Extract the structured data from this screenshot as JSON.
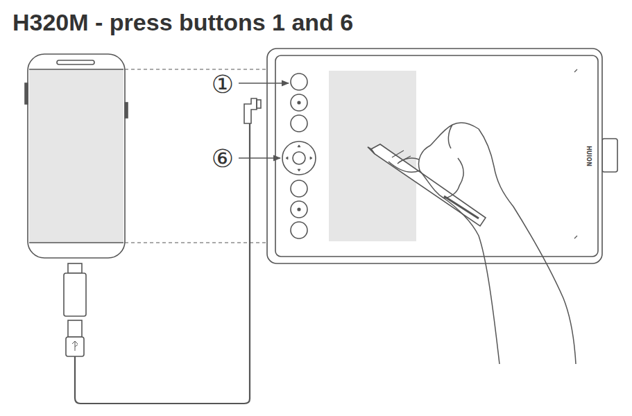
{
  "diagram": {
    "title": "H320M - press buttons 1 and 6",
    "labels": [
      "①",
      "⑥",
      "HUION"
    ]
  }
}
